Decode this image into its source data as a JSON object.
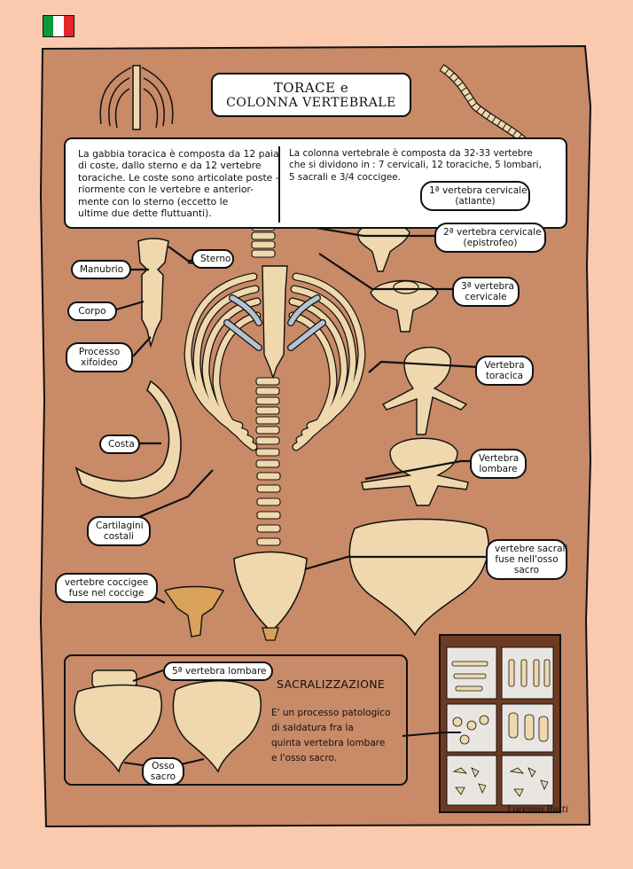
{
  "flag": {
    "colors": [
      "#0a9a3a",
      "#ffffff",
      "#e3262b"
    ]
  },
  "colors": {
    "background": "#fbc9ad",
    "parchment": "#c98a67",
    "bone": "#efd8ad",
    "cartilage": "#b4c2d2",
    "coccyx": "#d9a25a"
  },
  "title": {
    "line1": "TORACE e",
    "line2": "COLONNA VERTEBRALE"
  },
  "intro": {
    "left": [
      "La gabbia toracica è composta da 12 paia",
      "di coste, dallo sterno e da 12 vertebre",
      "toraciche. Le coste sono articolate poste -",
      "riormente con le vertebre e anterior-",
      "mente con lo sterno (eccetto le",
      "ultime due dette fluttuanti)."
    ],
    "right": [
      "La colonna vertebrale è composta da 32-33 vertebre",
      "che si dividono in : 7 cervicali, 12 toraciche, 5 lombari,",
      "5 sacrali e 3/4 coccigee."
    ]
  },
  "labels": {
    "manubrio": "Manubrio",
    "corpo": "Corpo",
    "processo_1": "Processo",
    "processo_2": "xifoideo",
    "sterno": "Sterno",
    "costa": "Costa",
    "cartilagini_1": "Cartilagini",
    "cartilagini_2": "costali",
    "v1_1": "1ª vertebra cervicale",
    "v1_2": "(atlante)",
    "v2_1": "2ª vertebra cervicale",
    "v2_2": "(epistrofeo)",
    "v3_1": "3ª vertebra",
    "v3_2": "cervicale",
    "vt_1": "Vertebra",
    "vt_2": "toracica",
    "vl_1": "Vertebra",
    "vl_2": "lombare",
    "sac_1": "vertebre sacrali",
    "sac_2": "fuse nell'osso",
    "sac_3": "sacro",
    "cocc_1": "vertebre coccigee",
    "cocc_2": "fuse nel coccige"
  },
  "sacral": {
    "label_l5": "5ª vertebra lombare",
    "label_sacro_1": "Osso",
    "label_sacro_2": "sacro",
    "heading": "SACRALIZZAZIONE",
    "text": [
      "E' un processo patologico",
      "di saldatura fra la",
      "quinta vertebra lombare",
      "e l'osso sacro."
    ]
  },
  "signature": "Lorenzo Rotti"
}
